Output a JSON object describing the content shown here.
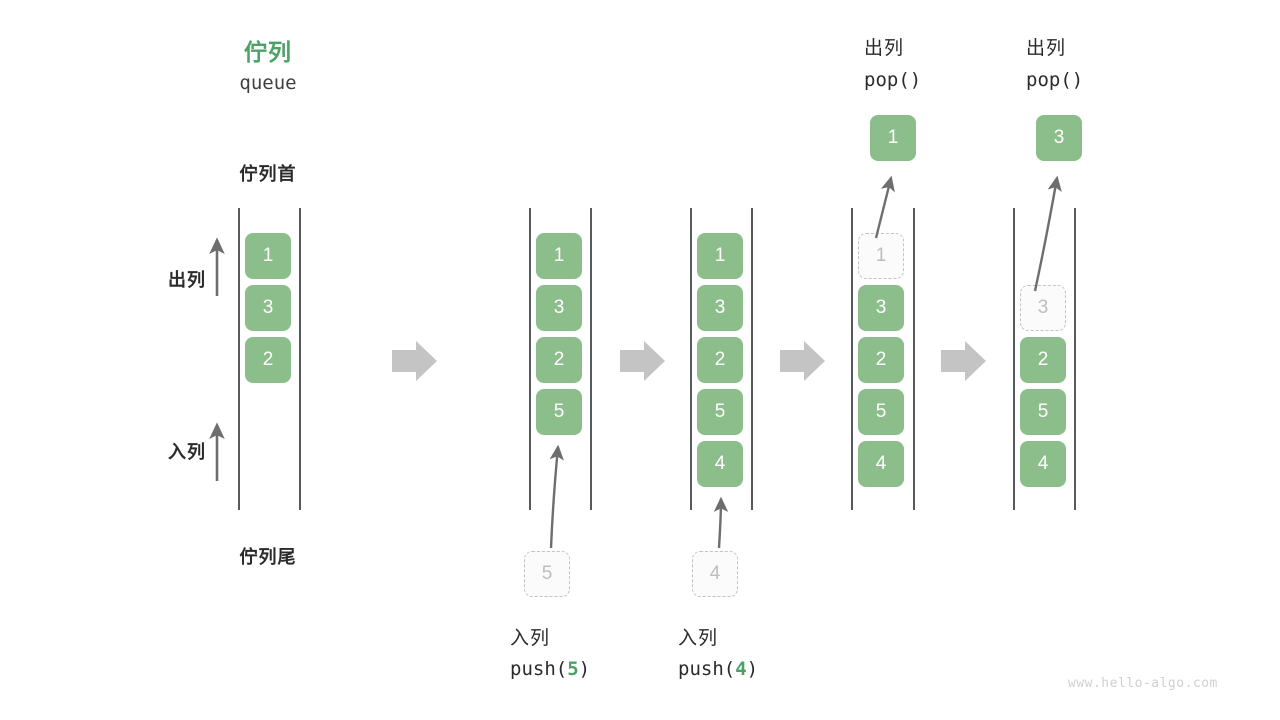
{
  "title": {
    "cn": "佇列",
    "en": "queue",
    "color": "#4CA164"
  },
  "labels": {
    "head": "佇列首",
    "tail": "佇列尾",
    "dequeue": "出列",
    "enqueue": "入列"
  },
  "watermark": "www.hello-algo.com",
  "colors": {
    "cell": "#8CBE8C",
    "cell_text": "#ffffff",
    "ghost_border": "#c3c3c3",
    "ghost_text": "#bdbdbd",
    "rail": "#555a5e",
    "arrow": "#6e6e6e",
    "block_arrow": "#c4c4c4",
    "accent": "#4CA164"
  },
  "chart_data": {
    "type": "diagram",
    "title": "佇列 queue",
    "states": [
      {
        "id": "state-1",
        "cells": [
          "1",
          "3",
          "2"
        ],
        "ghosts": []
      },
      {
        "id": "state-2",
        "cells": [
          "1",
          "3",
          "2",
          "5"
        ],
        "ghosts": []
      },
      {
        "id": "state-3",
        "cells": [
          "1",
          "3",
          "2",
          "5",
          "4"
        ],
        "ghosts": []
      },
      {
        "id": "state-4",
        "cells": [
          "3",
          "2",
          "5",
          "4"
        ],
        "ghosts": [
          "1"
        ]
      },
      {
        "id": "state-5",
        "cells": [
          "2",
          "5",
          "4"
        ],
        "ghosts": [
          "3"
        ]
      }
    ]
  },
  "columns": [
    {
      "name": "initial-queue",
      "cells": [
        {
          "value": "1",
          "ghost": false
        },
        {
          "value": "3",
          "ghost": false
        },
        {
          "value": "2",
          "ghost": false
        }
      ]
    },
    {
      "name": "after-push-5",
      "cells": [
        {
          "value": "1",
          "ghost": false
        },
        {
          "value": "3",
          "ghost": false
        },
        {
          "value": "2",
          "ghost": false
        },
        {
          "value": "5",
          "ghost": false
        }
      ]
    },
    {
      "name": "after-push-4",
      "cells": [
        {
          "value": "1",
          "ghost": false
        },
        {
          "value": "3",
          "ghost": false
        },
        {
          "value": "2",
          "ghost": false
        },
        {
          "value": "5",
          "ghost": false
        },
        {
          "value": "4",
          "ghost": false
        }
      ]
    },
    {
      "name": "after-pop-1",
      "cells": [
        {
          "value": "1",
          "ghost": true
        },
        {
          "value": "3",
          "ghost": false
        },
        {
          "value": "2",
          "ghost": false
        },
        {
          "value": "5",
          "ghost": false
        },
        {
          "value": "4",
          "ghost": false
        }
      ]
    },
    {
      "name": "after-pop-3",
      "cells": [
        {
          "value": "",
          "ghost": false,
          "empty": true
        },
        {
          "value": "3",
          "ghost": true
        },
        {
          "value": "2",
          "ghost": false
        },
        {
          "value": "5",
          "ghost": false
        },
        {
          "value": "4",
          "ghost": false
        }
      ]
    }
  ],
  "operations": {
    "push5": {
      "cn": "入列",
      "code_pre": "push(",
      "code_num": "5",
      "code_post": ")",
      "ghost_value": "5"
    },
    "push4": {
      "cn": "入列",
      "code_pre": "push(",
      "code_num": "4",
      "code_post": ")",
      "ghost_value": "4"
    },
    "pop1": {
      "cn": "出列",
      "code": "pop()",
      "popped_value": "1"
    },
    "pop3": {
      "cn": "出列",
      "code": "pop()",
      "popped_value": "3"
    }
  }
}
